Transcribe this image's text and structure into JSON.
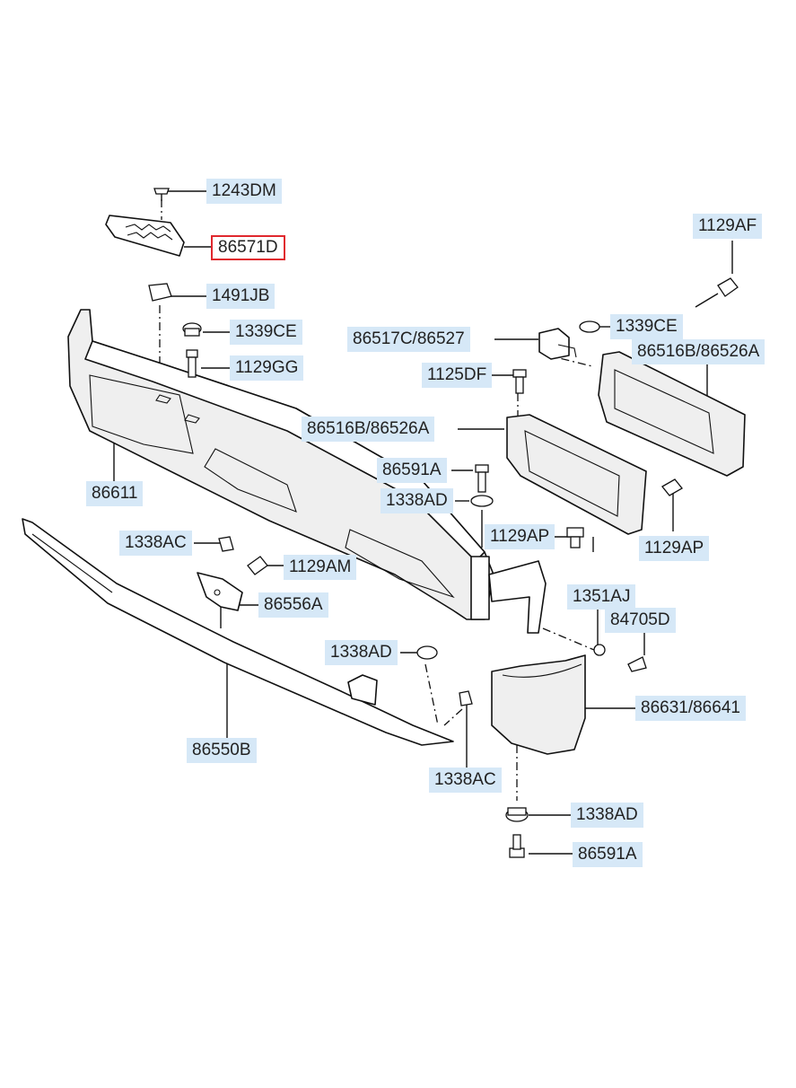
{
  "labels": {
    "l1243DM": "1243DM",
    "l86571D": "86571D",
    "l1491JB": "1491JB",
    "l1339CE_a": "1339CE",
    "l1129GG": "1129GG",
    "l86611": "86611",
    "l1129AF": "1129AF",
    "l86517C": "86517C/86527",
    "l1339CE_b": "1339CE",
    "l86516B_a": "86516B/86526A",
    "l1125DF": "1125DF",
    "l86516B_b": "86516B/86526A",
    "l86591A_a": "86591A",
    "l1338AD_a": "1338AD",
    "l1129AP_a": "1129AP",
    "l1129AP_b": "1129AP",
    "l1338AC_a": "1338AC",
    "l1129AM": "1129AM",
    "l86556A": "86556A",
    "l1351AJ": "1351AJ",
    "l84705D": "84705D",
    "l1338AD_b": "1338AD",
    "l86631": "86631/86641",
    "l86550B": "86550B",
    "l1338AC_b": "1338AC",
    "l1338AD_c": "1338AD",
    "l86591A_b": "86591A"
  },
  "highlighted_part": "86571D",
  "colors": {
    "label_bg": "#d6e8f7",
    "highlight_border": "#e0282e",
    "line": "#111111"
  }
}
